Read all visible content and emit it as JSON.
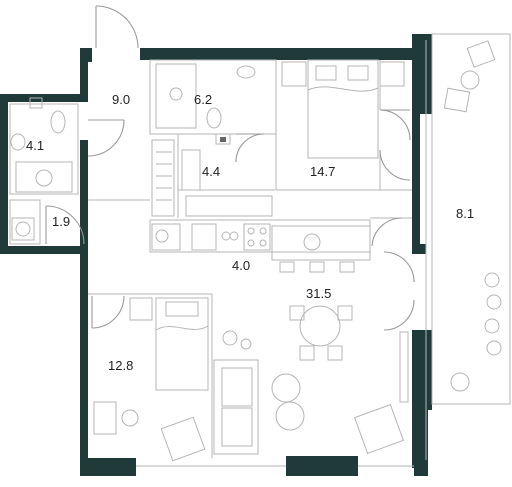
{
  "colors": {
    "wall": "#1f3a38",
    "line": "#b5b5b5",
    "background": "#ffffff"
  },
  "rooms": [
    {
      "id": "hall",
      "area": "9.0"
    },
    {
      "id": "bathroom",
      "area": "6.2"
    },
    {
      "id": "wc",
      "area": "4.1"
    },
    {
      "id": "laundry",
      "area": "4.4"
    },
    {
      "id": "closet",
      "area": "1.9"
    },
    {
      "id": "corridor",
      "area": "4.0"
    },
    {
      "id": "bedroom-main",
      "area": "14.7"
    },
    {
      "id": "kitchen-living",
      "area": "31.5"
    },
    {
      "id": "bedroom-second",
      "area": "12.8"
    },
    {
      "id": "balcony",
      "area": "8.1"
    }
  ]
}
